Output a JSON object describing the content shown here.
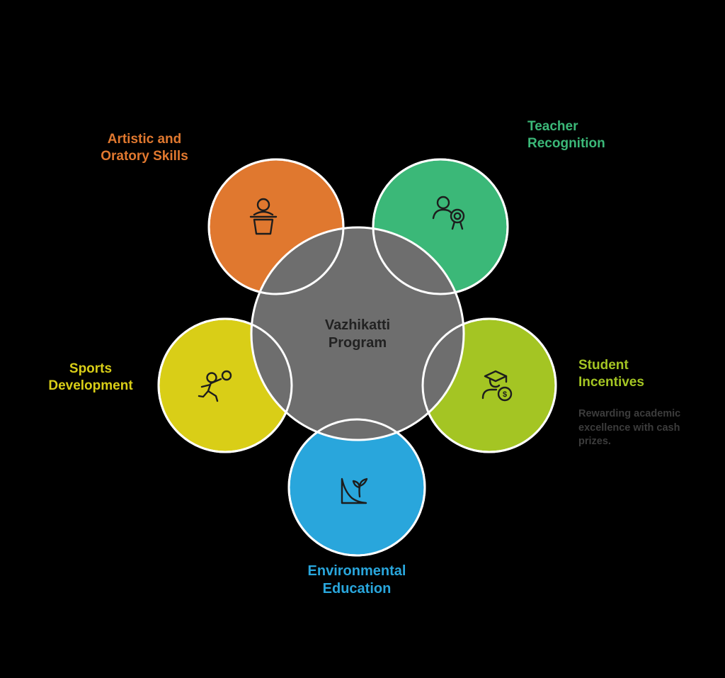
{
  "center": {
    "line1": "Vazhikatti",
    "line2": "Program",
    "color": "#6e6e6e",
    "text_color": "#222222"
  },
  "petals": [
    {
      "id": "artistic",
      "line1": "Artistic and",
      "line2": "Oratory Skills",
      "color": "#e0782f",
      "icon": "presenter-icon"
    },
    {
      "id": "teacher",
      "line1": "Teacher",
      "line2": "Recognition",
      "color": "#3bb878",
      "icon": "award-person-icon"
    },
    {
      "id": "sports",
      "line1": "Sports",
      "line2": "Development",
      "color": "#d9ce17",
      "icon": "athlete-ball-icon"
    },
    {
      "id": "student",
      "line1": "Student",
      "line2": "Incentives",
      "color": "#a4c523",
      "icon": "graduate-coin-icon",
      "description": "Rewarding academic excellence with cash prizes."
    },
    {
      "id": "environmental",
      "line1": "Environmental",
      "line2": "Education",
      "color": "#29a6dc",
      "icon": "plant-sprout-icon"
    }
  ],
  "icons": {
    "dollar": "$"
  },
  "text_colors": {
    "description": "#3c3c3c",
    "outline": "#ffffff",
    "icon_stroke": "#1d1d1d"
  }
}
